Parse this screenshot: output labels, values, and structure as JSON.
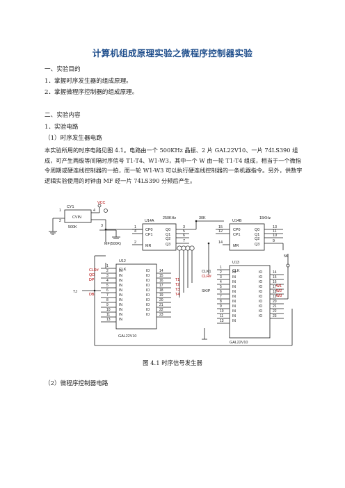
{
  "title": "计算机组成原理实验之微程序控制器实验",
  "sections": {
    "purpose_heading": "一、实验目的",
    "purpose_items": [
      "1．掌握时序发生器的组成原理。",
      "2．掌握微程序控制器的组成原理。"
    ],
    "content_heading": "二、实验内容",
    "content_sub1": "1．实验电路",
    "content_sub1a": "（1）时序发生器电路",
    "paragraph": "本实验所用的时序电路见图 4.1。电路由一个 500KHz 晶振、2 片 GAL22V10、一片 74LS390 组成，可产生两级等间隔时序信号 T1-T4、W1-W3，其中一个 W 由一轮 T1-T4 组成，相当于一个微指令周期或硬连线控制器的一拍，而一轮 W1-W3 可以执行硬连线控制器的一条机器指令。另外，供数字逻辑实验使用的时钟由 MF 经一片 74LS390 分频后产生。",
    "figure_caption": "图 4.1 时序信号发生器",
    "content_sub1b": "（2）微程序控制器电路"
  },
  "circuit": {
    "osc": {
      "ref": "CY1",
      "name": "CVIN",
      "value": "500K",
      "vcc": "VCC",
      "pins": [
        "1",
        "2",
        "3",
        "4"
      ]
    },
    "mf_label": "MF(500K)",
    "u14a": {
      "ref": "U14A",
      "freq": "250KHz",
      "pins_left": [
        "CP0",
        "CP1",
        "MR"
      ],
      "pins_right": [
        "Q0",
        "Q1",
        "Q2",
        "Q3"
      ],
      "nums_left": [
        "1",
        "4",
        "2"
      ],
      "nums_right": [
        "3",
        "5",
        "6",
        "7"
      ]
    },
    "u14b": {
      "ref": "U14B",
      "freq": "15KHz",
      "pins_left": [
        "CP0",
        "CP1",
        "MR"
      ],
      "pins_right": [
        "Q0",
        "Q1",
        "Q2",
        "Q3"
      ],
      "nums_left": [
        "15",
        "12",
        "14"
      ],
      "nums_right": [
        "13",
        "11",
        "10",
        "9"
      ],
      "input_label": "30K"
    },
    "vcc_right": "5K",
    "u12": {
      "ref": "U12",
      "part": "GAL22V10",
      "clk": "CLK",
      "in_label": "IN",
      "io_label": "IO",
      "in_nums": [
        "1",
        "2",
        "3",
        "4",
        "5",
        "6",
        "7",
        "8",
        "9",
        "10",
        "11",
        "13"
      ],
      "io_nums": [
        "14",
        "15",
        "16",
        "17",
        "18",
        "19",
        "20",
        "21",
        "22",
        "23"
      ],
      "left_signals": [
        "CLR#",
        "QD",
        "DP",
        "DB"
      ],
      "tj": "TJ",
      "outputs": [
        "T1",
        "T2",
        "T3",
        "T4"
      ]
    },
    "u13": {
      "ref": "U13",
      "part": "GAL22V10",
      "clk": "CLK",
      "in_label": "IN",
      "io_label": "IO",
      "in_nums": [
        "1",
        "2",
        "3",
        "4",
        "5",
        "6",
        "7",
        "8",
        "9",
        "10",
        "11",
        "13"
      ],
      "io_nums": [
        "14",
        "15",
        "16",
        "17",
        "18",
        "19",
        "20",
        "21",
        "22",
        "23"
      ],
      "left_signals": [
        "CLK1",
        "CLR#",
        "SKIP"
      ],
      "outputs": [
        "W1",
        "W2",
        "W3"
      ]
    }
  }
}
